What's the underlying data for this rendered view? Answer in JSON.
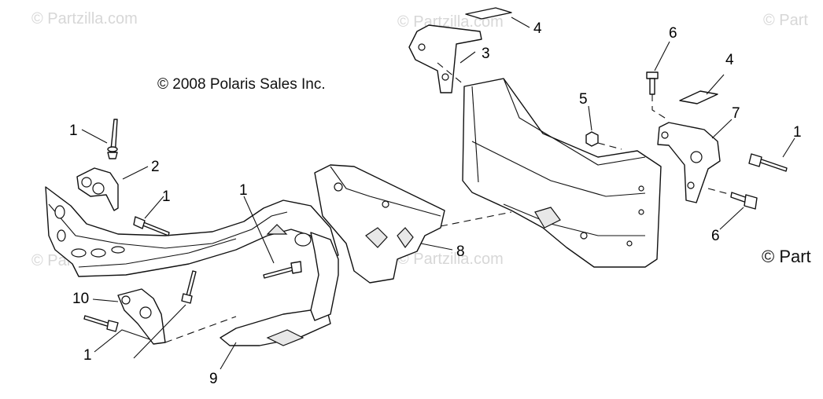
{
  "copyright": "© 2008 Polaris Sales Inc.",
  "watermarks": [
    "© Partzilla.com",
    "© Partzilla.com",
    "© Part",
    "© Partzilla.com",
    "© Partzilla.com",
    "© Part"
  ],
  "callouts": {
    "c1": "1",
    "c2": "1",
    "c3": "1",
    "c4": "1",
    "c5": "1",
    "c6": "2",
    "c7": "3",
    "c8": "4",
    "c9": "4",
    "c10": "5",
    "c11": "6",
    "c12": "6",
    "c13": "7",
    "c14": "8",
    "c15": "9",
    "c16": "10"
  }
}
